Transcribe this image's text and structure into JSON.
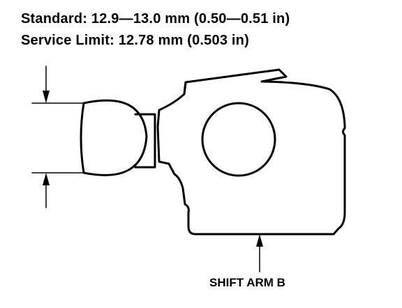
{
  "specs": {
    "standard": "Standard: 12.9—13.0 mm (0.50—0.51 in)",
    "service_limit": "Service Limit: 12.78 mm (0.503 in)"
  },
  "callout": {
    "label": "SHIFT ARM B"
  }
}
